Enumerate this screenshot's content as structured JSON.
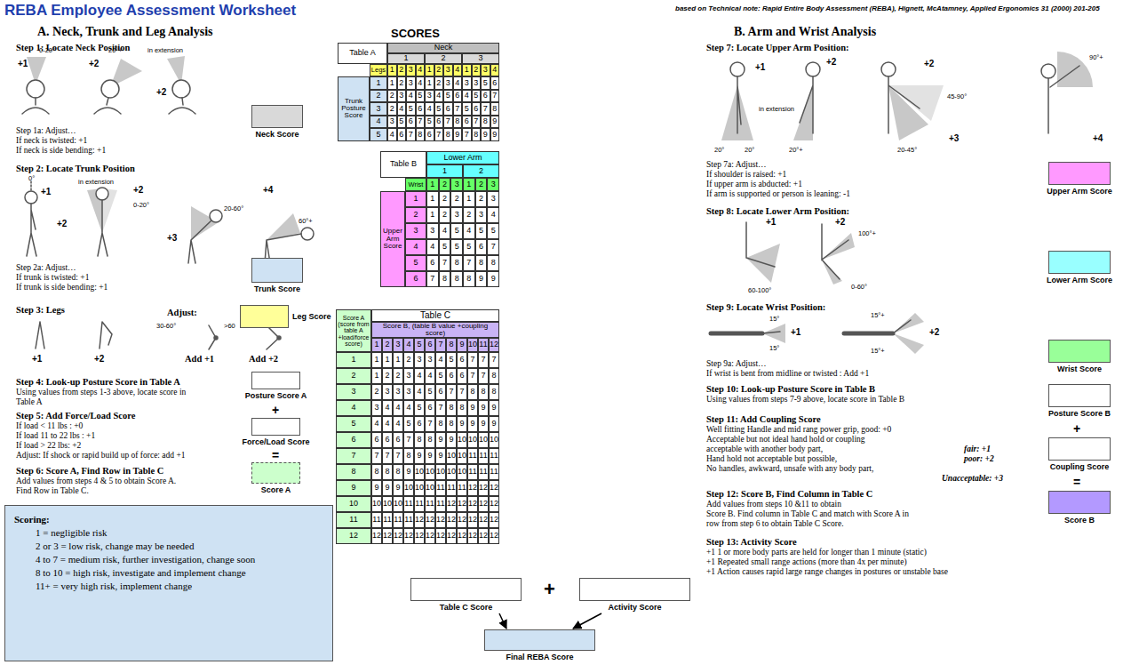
{
  "diagram": {
    "title": "REBA Employee Assessment Worksheet",
    "nodes": [
      {
        "text": [
          "Neck Score"
        ]
      },
      {
        "text": [
          "Trunk Score"
        ]
      },
      {
        "text": [
          "Leg Score"
        ]
      },
      {
        "text": [
          "Posture Score A"
        ]
      },
      {
        "text": [
          "Force/Load Score"
        ]
      },
      {
        "text": [
          "Score A"
        ]
      },
      {
        "text": [
          "Scoring:",
          "1 = negligible risk",
          "2 or 3 = low risk, change may be needed",
          "4 to 7 = medium risk, further investigation, change soon",
          "8 to 10 = high risk, investigate and implement change",
          "11+ = very high risk, implement change"
        ]
      },
      {
        "text": [
          "Upper Arm Score"
        ]
      },
      {
        "text": [
          "Lower Arm Score"
        ]
      },
      {
        "text": [
          "Wrist Score"
        ]
      },
      {
        "text": [
          "Posture Score B"
        ]
      },
      {
        "text": [
          "Coupling Score"
        ]
      },
      {
        "text": [
          "Score B"
        ]
      },
      {
        "text": [
          "Table C Score"
        ]
      },
      {
        "text": [
          "Activity Score"
        ]
      },
      {
        "text": [
          "Final REBA Score"
        ]
      }
    ],
    "edges": [
      {
        "from": 13,
        "to": 15,
        "arrow": "to"
      },
      {
        "from": 14,
        "to": 15,
        "arrow": "to"
      }
    ],
    "labels": [
      "based on Technical note: Rapid Entire Body Assessment (REBA), Hignett, McAtamney, Applied Ergonomics 31 (2000) 201-205",
      "A. Neck, Trunk and Leg Analysis",
      "Step 1: Locate Neck Position",
      "+1",
      "0-20°",
      "+2",
      "20°+",
      "in extension",
      "+2",
      "Step 1a: Adjust…",
      "If neck is twisted: +1",
      "If neck is side bending: +1",
      "Step 2: Locate Trunk Position",
      "0°",
      "+1",
      "in extension",
      "+2",
      "0-20°",
      "+2",
      "20-60°",
      "+3",
      "+4",
      "60°+",
      "Step 2a: Adjust…",
      "If trunk is twisted: +1",
      "If trunk is side bending: +1",
      "Step 3: Legs",
      "+1",
      "+2",
      "Adjust:",
      "30-60°",
      ">60",
      "Add +1",
      "Add +2",
      "Step 4: Look-up Posture Score in Table A",
      "Using values from steps 1-3 above, locate score in",
      "Table A",
      "Step 5: Add Force/Load Score",
      "If load < 11 lbs : +0",
      "If load 11 to 22 lbs : +1",
      "If load > 22 lbs: +2",
      "Adjust: If shock or rapid build up of force: add +1",
      "Step 6: Score A, Find Row in Table C",
      "Add values from steps 4 & 5 to obtain Score A.",
      "Find Row in Table C.",
      "+",
      "=",
      "SCORES",
      "Table A",
      "Neck",
      "1",
      "2",
      "3",
      "Legs",
      "1",
      "2",
      "3",
      "4",
      "1",
      "2",
      "3",
      "4",
      "1",
      "2",
      "3",
      "4",
      "Trunk Posture Score",
      "1",
      "1",
      "2",
      "3",
      "4",
      "1",
      "2",
      "3",
      "4",
      "3",
      "3",
      "5",
      "6",
      "2",
      "2",
      "3",
      "4",
      "5",
      "3",
      "4",
      "5",
      "6",
      "4",
      "5",
      "6",
      "7",
      "3",
      "2",
      "4",
      "5",
      "6",
      "4",
      "5",
      "6",
      "7",
      "5",
      "6",
      "7",
      "8",
      "4",
      "3",
      "5",
      "6",
      "7",
      "5",
      "6",
      "7",
      "8",
      "6",
      "7",
      "8",
      "9",
      "5",
      "4",
      "6",
      "7",
      "8",
      "6",
      "7",
      "8",
      "9",
      "7",
      "8",
      "9",
      "9",
      "Table B",
      "Lower Arm",
      "1",
      "2",
      "Wrist",
      "1",
      "2",
      "3",
      "1",
      "2",
      "3",
      "Upper Arm Score",
      "1",
      "1",
      "2",
      "2",
      "1",
      "2",
      "3",
      "2",
      "1",
      "2",
      "3",
      "2",
      "3",
      "4",
      "3",
      "3",
      "4",
      "5",
      "4",
      "5",
      "5",
      "4",
      "4",
      "5",
      "5",
      "5",
      "6",
      "7",
      "5",
      "6",
      "7",
      "8",
      "7",
      "8",
      "8",
      "6",
      "7",
      "8",
      "8",
      "8",
      "9",
      "9",
      "Score A (score from table A +load/force score)",
      "Table C",
      "Score B, (table B value +coupling score)",
      "1",
      "2",
      "3",
      "4",
      "5",
      "6",
      "7",
      "8",
      "9",
      "10",
      "11",
      "12",
      "1",
      "1",
      "1",
      "1",
      "2",
      "3",
      "3",
      "4",
      "5",
      "6",
      "7",
      "7",
      "7",
      "2",
      "1",
      "2",
      "2",
      "3",
      "4",
      "4",
      "5",
      "6",
      "6",
      "7",
      "7",
      "8",
      "3",
      "2",
      "3",
      "3",
      "3",
      "4",
      "5",
      "6",
      "7",
      "7",
      "8",
      "8",
      "8",
      "4",
      "3",
      "4",
      "4",
      "4",
      "5",
      "6",
      "7",
      "8",
      "8",
      "9",
      "9",
      "9",
      "5",
      "4",
      "4",
      "4",
      "5",
      "6",
      "7",
      "8",
      "8",
      "9",
      "9",
      "9",
      "9",
      "6",
      "6",
      "6",
      "6",
      "7",
      "8",
      "8",
      "9",
      "9",
      "10",
      "10",
      "10",
      "10",
      "7",
      "7",
      "7",
      "7",
      "8",
      "9",
      "9",
      "9",
      "10",
      "10",
      "11",
      "11",
      "11",
      "8",
      "8",
      "8",
      "8",
      "9",
      "10",
      "10",
      "10",
      "10",
      "10",
      "11",
      "11",
      "11",
      "9",
      "9",
      "9",
      "9",
      "10",
      "10",
      "10",
      "11",
      "11",
      "11",
      "12",
      "12",
      "12",
      "10",
      "10",
      "10",
      "10",
      "11",
      "11",
      "11",
      "11",
      "12",
      "12",
      "12",
      "12",
      "12",
      "11",
      "11",
      "11",
      "11",
      "11",
      "12",
      "12",
      "12",
      "12",
      "12",
      "12",
      "12",
      "12",
      "12",
      "12",
      "12",
      "12",
      "12",
      "12",
      "12",
      "12",
      "12",
      "12",
      "12",
      "12",
      "12",
      "+",
      "B. Arm and Wrist Analysis",
      "Step 7: Locate Upper Arm Position:",
      "+1",
      "+2",
      "in extension",
      "20°",
      "20°",
      "20°+",
      "+2",
      "45-90°",
      "20-45°",
      "+3",
      "90°+",
      "+4",
      "Step 7a: Adjust…",
      "If shoulder is raised: +1",
      "If upper arm is abducted: +1",
      "If arm is supported or person is leaning: -1",
      "Step 8: Locate Lower Arm Position:",
      "+1",
      "+2",
      "60-100°",
      "100°+",
      "0-60°",
      "Step 9: Locate Wrist Position:",
      "+1",
      "15°",
      "15°",
      "+2",
      "15°+",
      "15°+",
      "Step 9a: Adjust…",
      "If wrist is bent from midline or twisted : Add +1",
      "Step 10: Look-up Posture Score in Table B",
      "Using values from steps 7-9 above, locate score in Table B",
      "Step 11: Add Coupling Score",
      "Well fitting Handle and mid rang power grip, good: +0",
      "Acceptable but not ideal hand hold or coupling",
      "acceptable with another body part,",
      "fair: +1",
      "Hand hold not acceptable but possible,",
      "poor: +2",
      "No handles, awkward, unsafe with any body part,",
      "Unacceptable: +3",
      "+",
      "=",
      "Step 12: Score B, Find Column in Table C",
      "Add values from steps 10 &11 to obtain",
      "Score B. Find column in Table C and match with Score A in",
      "row from step 6 to obtain Table C Score.",
      "Step 13: Activity Score",
      "+1 1 or more body parts are held for longer than 1 minute (static)",
      "+1 Repeated small range actions (more than 4x per minute)",
      "+1 Action causes rapid large range changes in postures or unstable base"
    ]
  }
}
